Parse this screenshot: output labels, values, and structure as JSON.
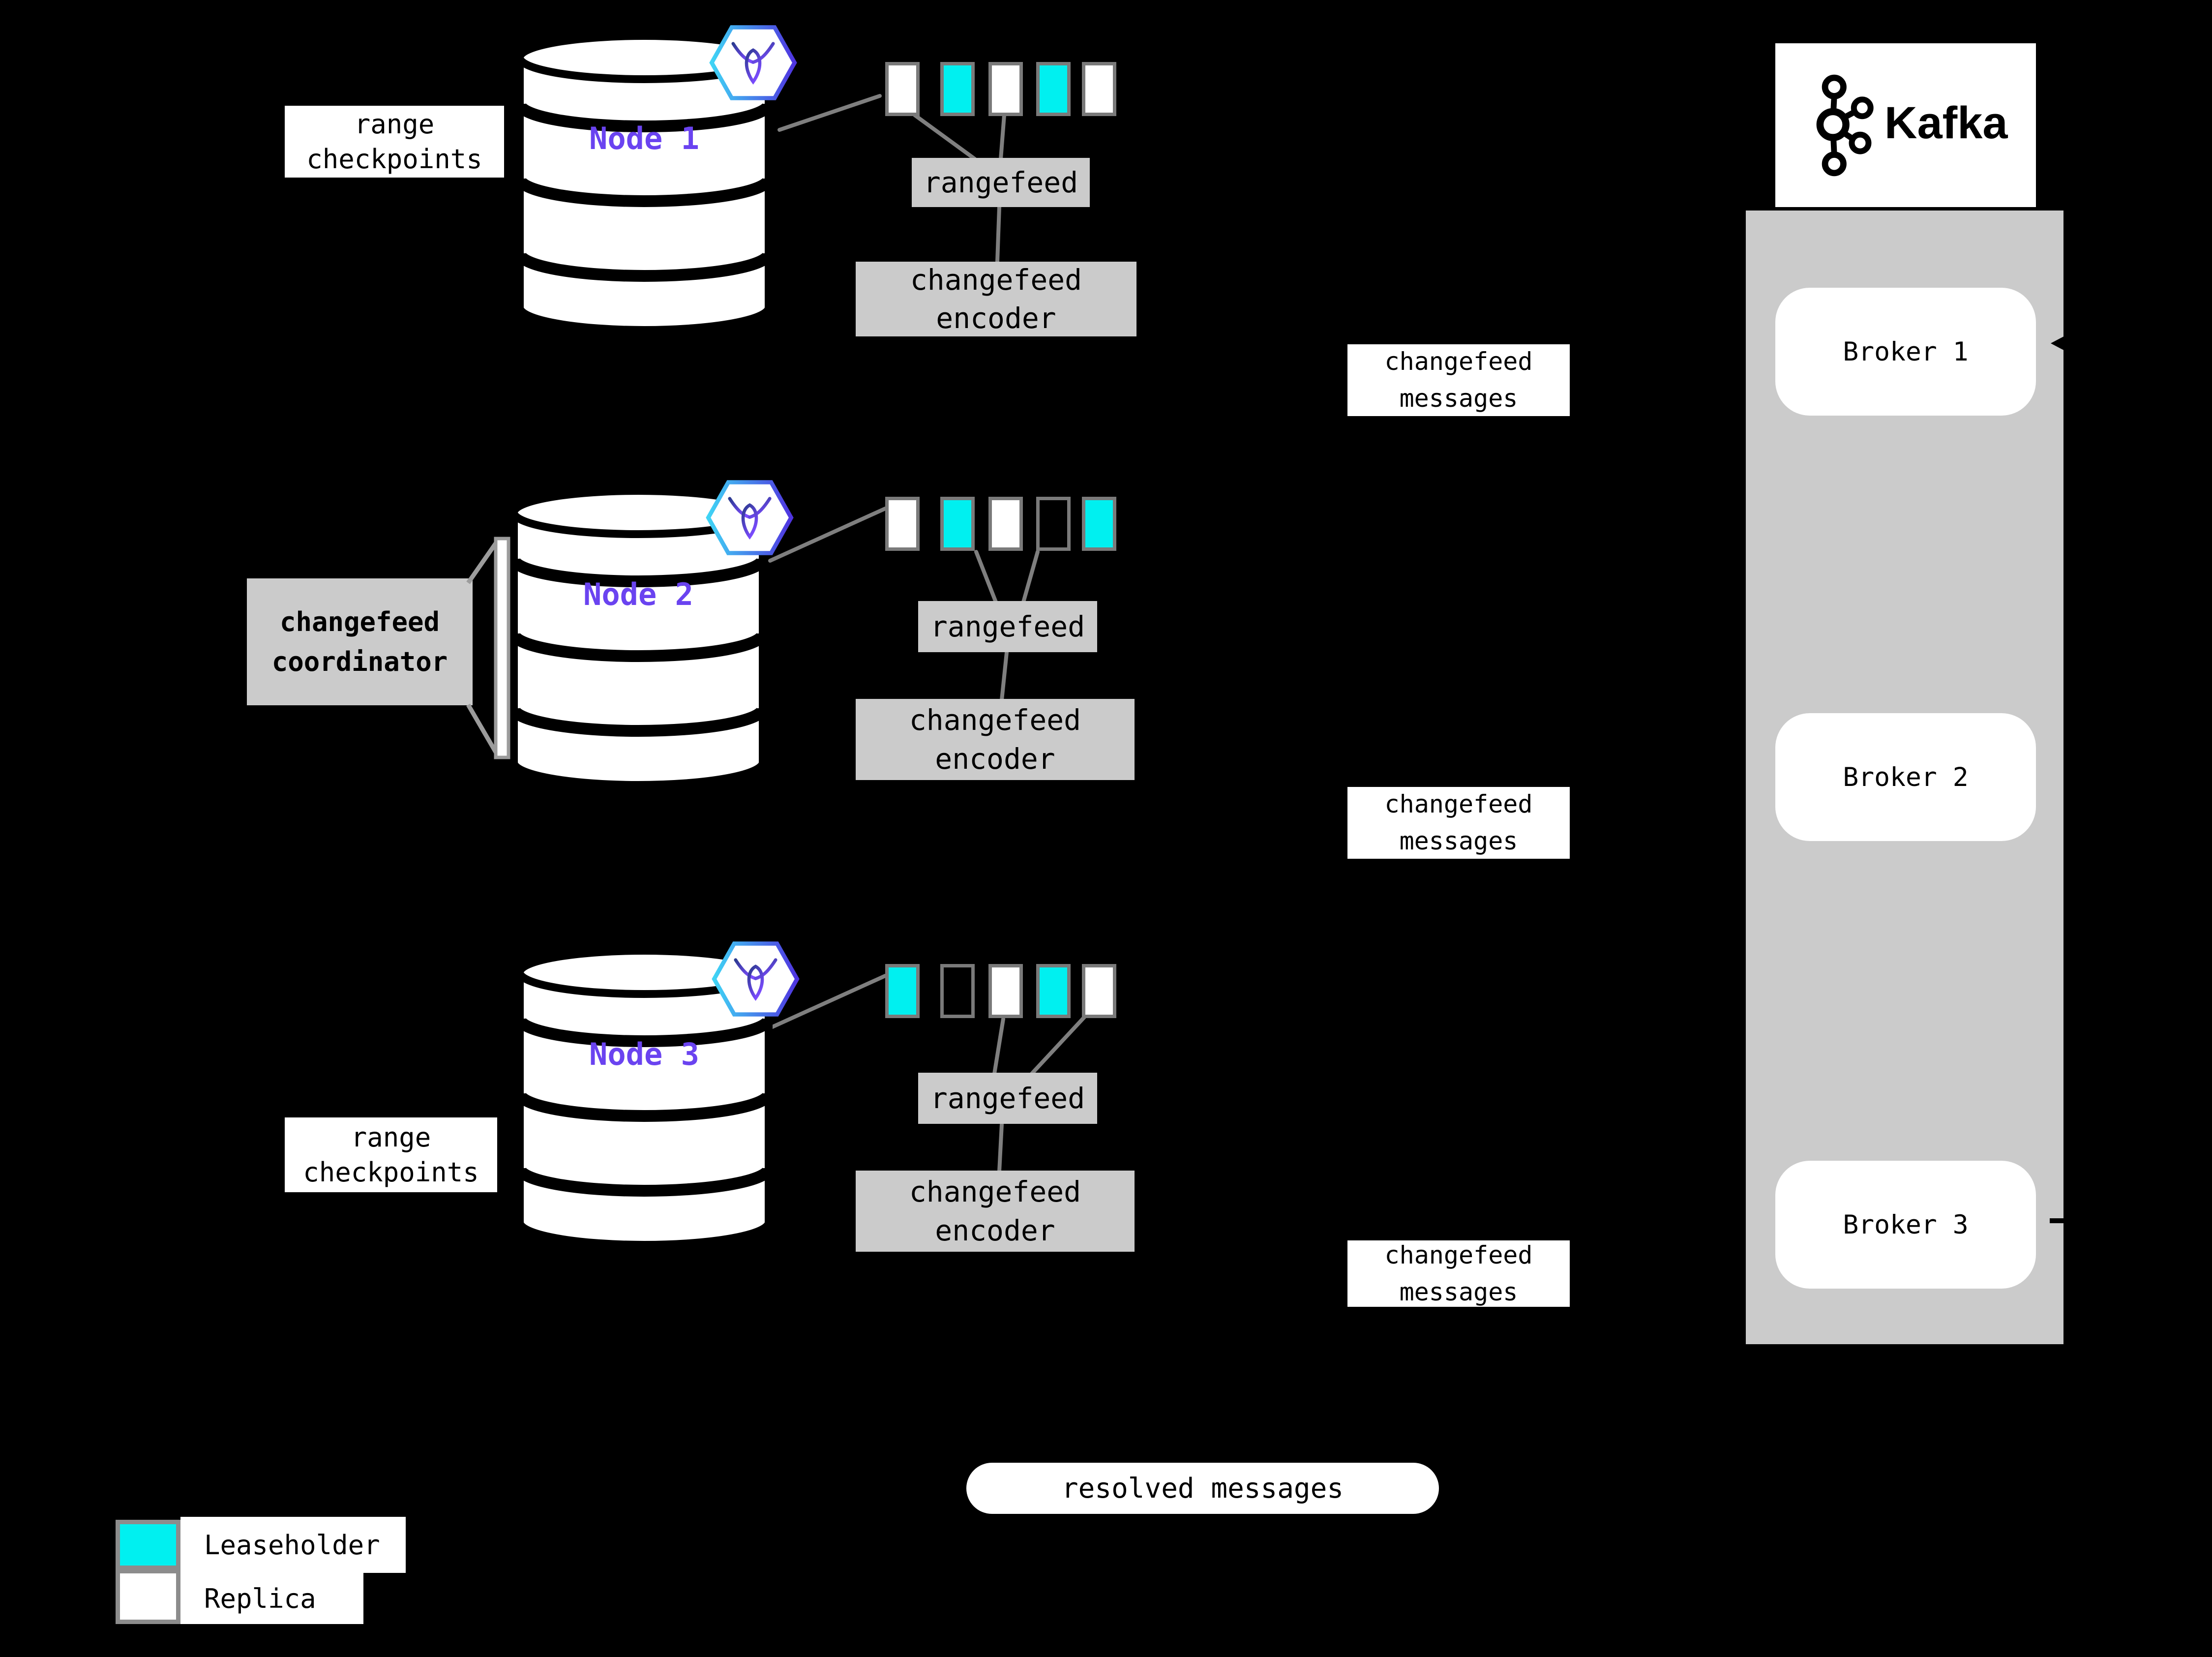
{
  "nodes": [
    {
      "label": "Node 1",
      "rangefeed_label": "rangefeed",
      "encoder_label": "changefeed encoder",
      "ranges": [
        "replica",
        "leaseholder",
        "replica",
        "leaseholder",
        "replica"
      ]
    },
    {
      "label": "Node 2",
      "rangefeed_label": "rangefeed",
      "encoder_label": "changefeed encoder",
      "ranges": [
        "replica",
        "leaseholder",
        "replica",
        "empty",
        "leaseholder"
      ]
    },
    {
      "label": "Node 3",
      "rangefeed_label": "rangefeed",
      "encoder_label": "changefeed encoder",
      "ranges": [
        "leaseholder",
        "empty",
        "replica",
        "leaseholder",
        "replica"
      ]
    }
  ],
  "annotations": {
    "range_checkpoints_top": "range checkpoints",
    "range_checkpoints_bottom": "range checkpoints",
    "coordinator": "changefeed coordinator",
    "changefeed_messages_1": "changefeed messages",
    "changefeed_messages_2": "changefeed messages",
    "changefeed_messages_3": "changefeed messages",
    "resolved_messages": "resolved messages"
  },
  "kafka": {
    "wordmark": "Kafka",
    "brokers": [
      "Broker 1",
      "Broker 2",
      "Broker 3"
    ]
  },
  "legend": {
    "swatches": [
      "leaseholder",
      "replica"
    ],
    "leaseholder_label": "Leaseholder",
    "replica_label": "Replica"
  },
  "colors": {
    "background": "#000000",
    "leaseholder": "#00F0F0",
    "replica": "#FFFFFF",
    "node_label_purple": "#6A43F0",
    "box_gray": "#CBCBCB",
    "line_gray": "#7F7F7F"
  }
}
